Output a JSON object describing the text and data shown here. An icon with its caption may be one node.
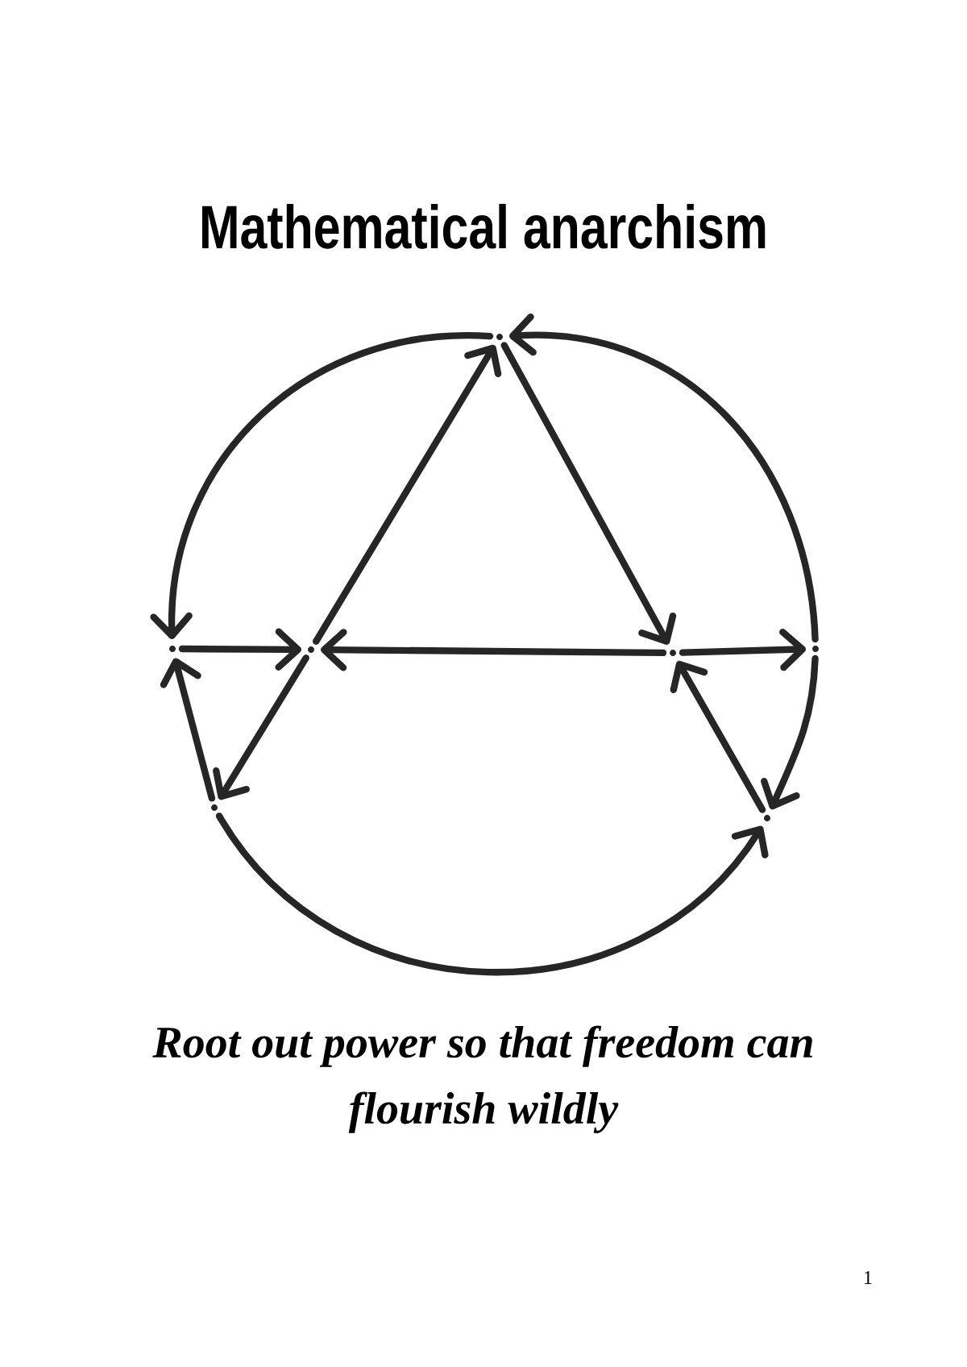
{
  "diagram": {
    "title": "Mathematical anarchism",
    "caption": "Root out power so that freedom can flourish wildly",
    "nodes": [
      {
        "text": [],
        "shape": "point"
      },
      {
        "text": [],
        "shape": "point"
      },
      {
        "text": [],
        "shape": "point"
      },
      {
        "text": [],
        "shape": "point"
      },
      {
        "text": [],
        "shape": "point"
      },
      {
        "text": [],
        "shape": "point"
      },
      {
        "text": [],
        "shape": "point"
      }
    ],
    "edges": [
      {
        "from": 0,
        "to": 1,
        "arrow": "to"
      },
      {
        "from": 4,
        "to": 0,
        "arrow": "to"
      },
      {
        "from": 2,
        "to": 0,
        "arrow": "to"
      },
      {
        "from": 0,
        "to": 3,
        "arrow": "to"
      },
      {
        "from": 1,
        "to": 2,
        "arrow": "to"
      },
      {
        "from": 3,
        "to": 2,
        "arrow": "to"
      },
      {
        "from": 3,
        "to": 4,
        "arrow": "to"
      },
      {
        "from": 5,
        "to": 1,
        "arrow": "to"
      },
      {
        "from": 2,
        "to": 5,
        "arrow": "to"
      },
      {
        "from": 6,
        "to": 3,
        "arrow": "to"
      },
      {
        "from": 4,
        "to": 6,
        "arrow": "to"
      },
      {
        "from": 5,
        "to": 6,
        "arrow": "to"
      }
    ],
    "labels": [
      "1"
    ]
  }
}
